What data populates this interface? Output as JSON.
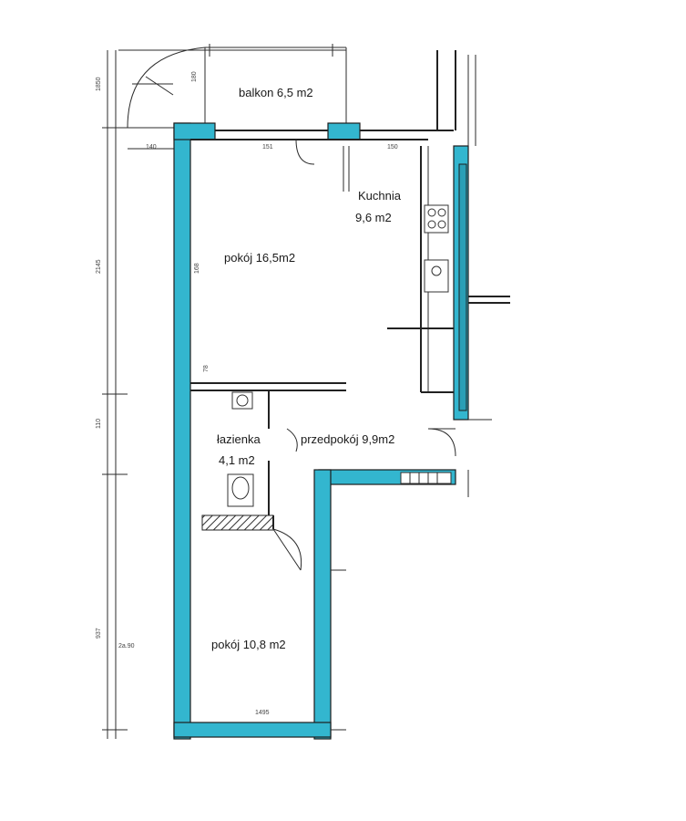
{
  "rooms": {
    "balcony": "balkon 6,5 m2",
    "kitchen_name": "Kuchnia",
    "kitchen_area": "9,6 m2",
    "living_room": "pokój 16,5m2",
    "bathroom_name": "łazienka",
    "bathroom_area": "4,1 m2",
    "hall": "przedpokój 9,9m2",
    "bedroom": "pokój 10,8 m2"
  },
  "colors": {
    "wall": "#33b6cf",
    "line": "#222222",
    "background": "#ffffff"
  }
}
